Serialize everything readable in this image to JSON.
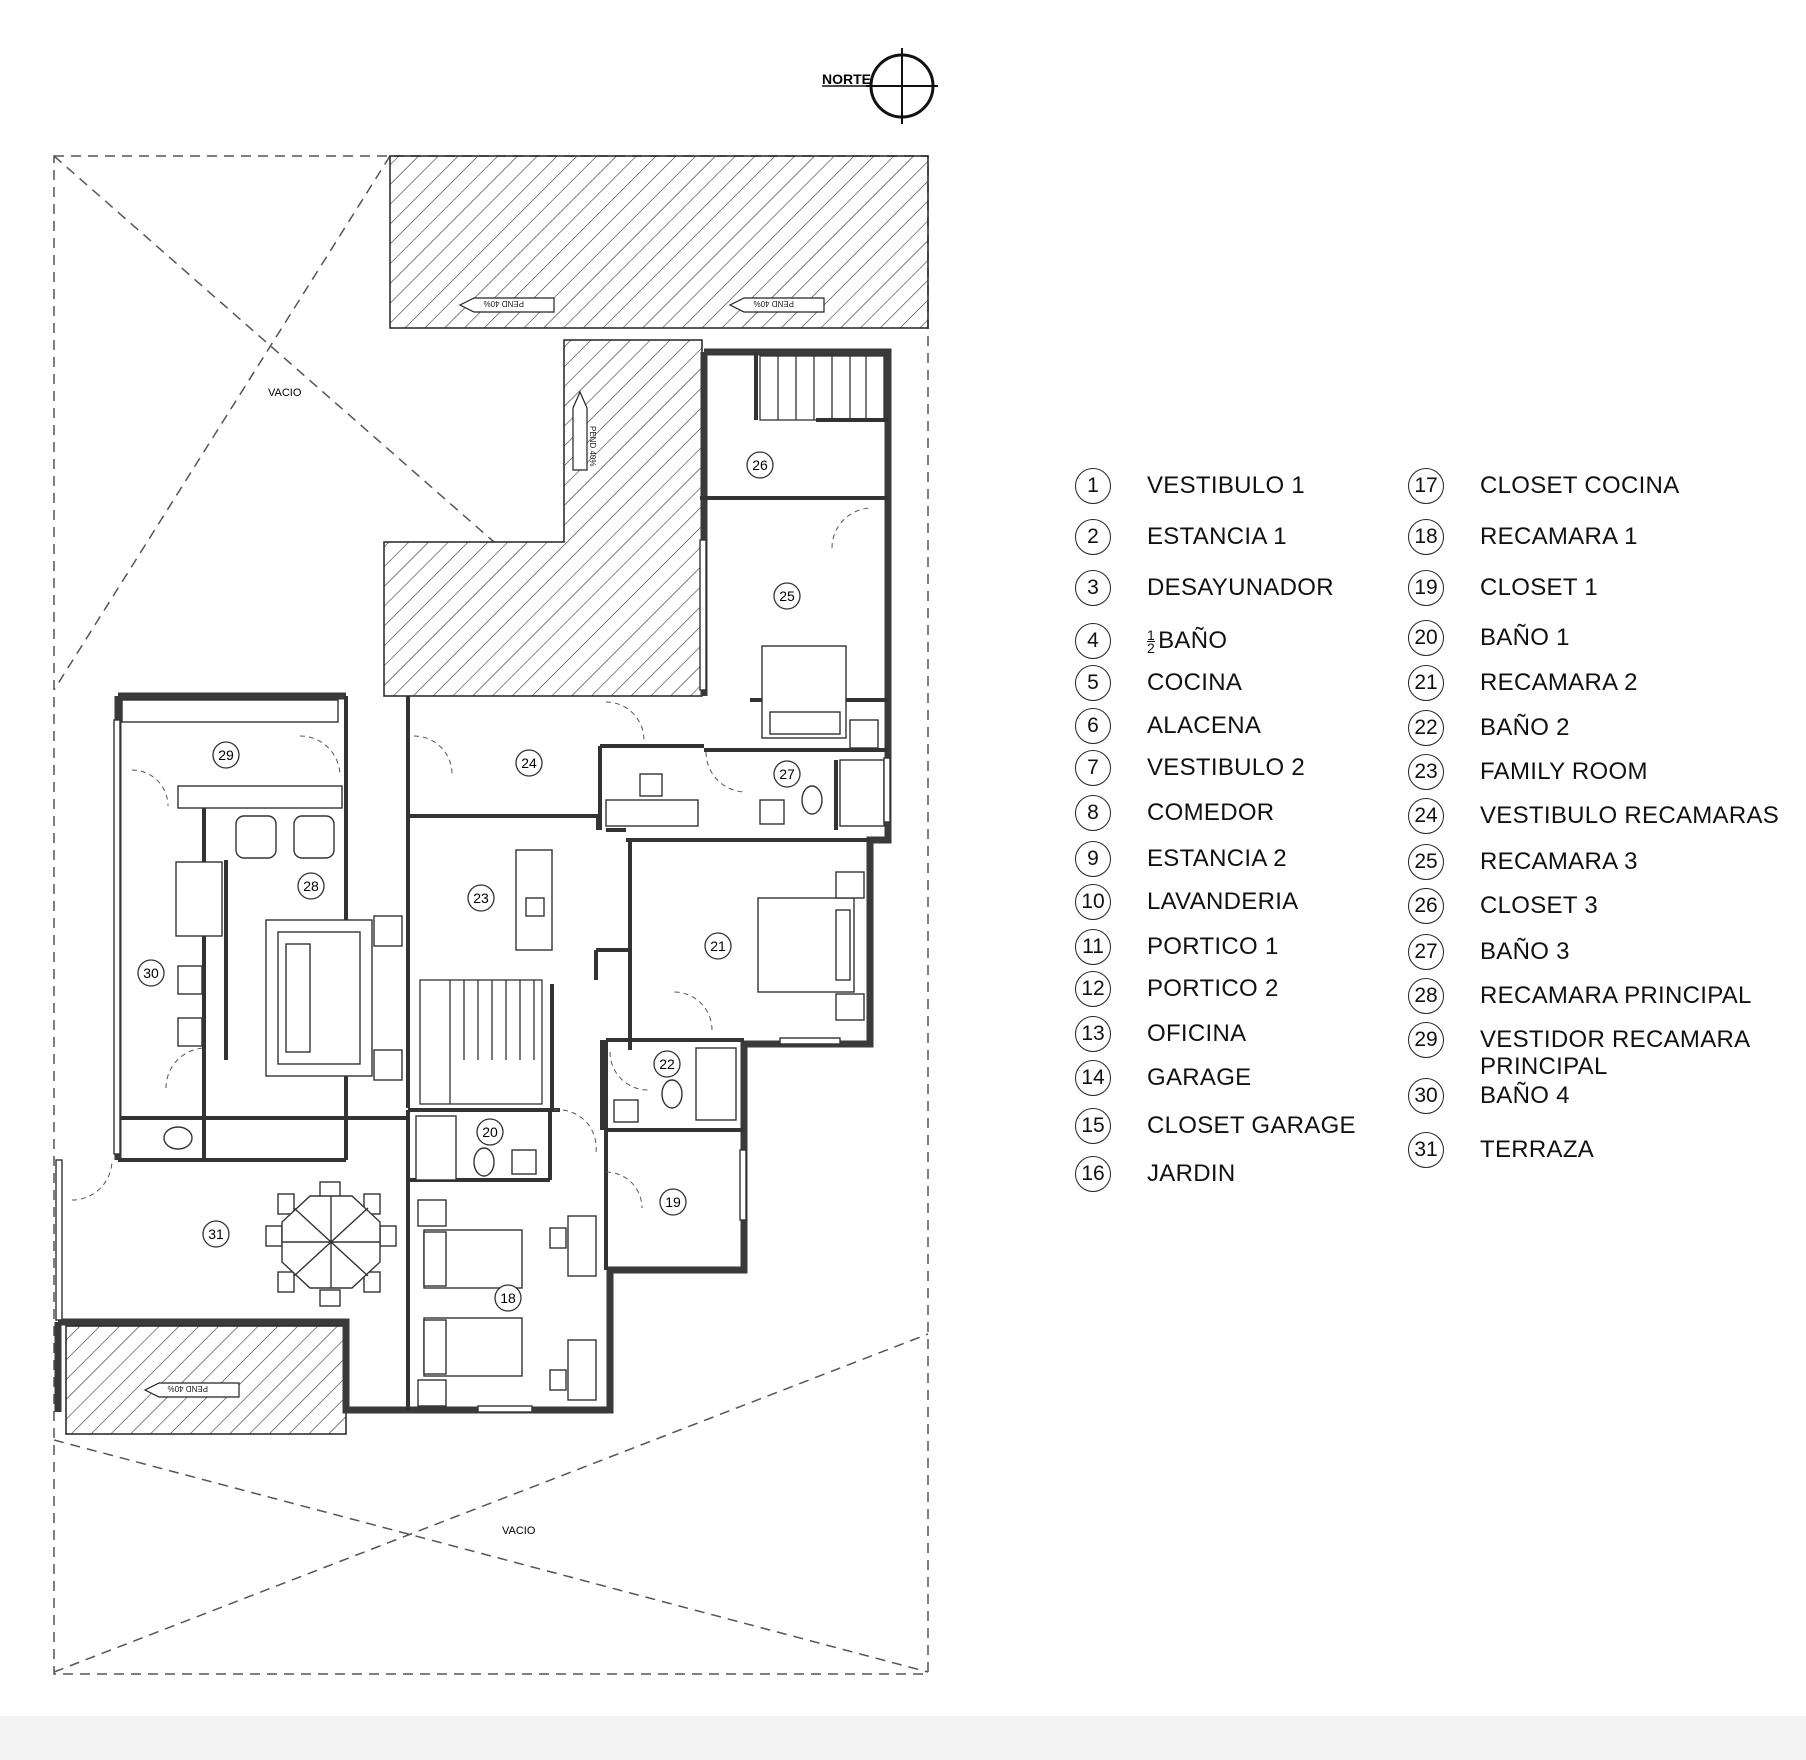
{
  "north_label": "NORTE",
  "plan_labels": {
    "vacio_top": "VACIO",
    "vacio_bottom": "VACIO",
    "pend_1": "PEND 40%",
    "pend_2": "PEND 40%",
    "pend_3": "PEND 40%",
    "pend_4": "PEND 40%"
  },
  "room_tags": [
    "18",
    "19",
    "20",
    "21",
    "22",
    "23",
    "24",
    "25",
    "26",
    "27",
    "28",
    "29",
    "30",
    "31"
  ],
  "legend": [
    {
      "num": "1",
      "label": "VESTIBULO 1"
    },
    {
      "num": "2",
      "label": "ESTANCIA 1"
    },
    {
      "num": "3",
      "label": "DESAYUNADOR"
    },
    {
      "num": "4",
      "label": "BAÑO",
      "fraction": [
        "1",
        "2"
      ]
    },
    {
      "num": "5",
      "label": "COCINA"
    },
    {
      "num": "6",
      "label": "ALACENA"
    },
    {
      "num": "7",
      "label": "VESTIBULO 2"
    },
    {
      "num": "8",
      "label": "COMEDOR"
    },
    {
      "num": "9",
      "label": "ESTANCIA 2"
    },
    {
      "num": "10",
      "label": "LAVANDERIA"
    },
    {
      "num": "11",
      "label": "PORTICO 1"
    },
    {
      "num": "12",
      "label": "PORTICO 2"
    },
    {
      "num": "13",
      "label": "OFICINA"
    },
    {
      "num": "14",
      "label": "GARAGE"
    },
    {
      "num": "15",
      "label": "CLOSET  GARAGE"
    },
    {
      "num": "16",
      "label": "JARDIN"
    },
    {
      "num": "17",
      "label": "CLOSET COCINA"
    },
    {
      "num": "18",
      "label": "RECAMARA 1"
    },
    {
      "num": "19",
      "label": "CLOSET 1"
    },
    {
      "num": "20",
      "label": "BAÑO 1"
    },
    {
      "num": "21",
      "label": "RECAMARA 2"
    },
    {
      "num": "22",
      "label": "BAÑO 2"
    },
    {
      "num": "23",
      "label": "FAMILY ROOM"
    },
    {
      "num": "24",
      "label": "VESTIBULO RECAMARAS"
    },
    {
      "num": "25",
      "label": "RECAMARA 3"
    },
    {
      "num": "26",
      "label": "CLOSET 3"
    },
    {
      "num": "27",
      "label": "BAÑO 3"
    },
    {
      "num": "28",
      "label": "RECAMARA PRINCIPAL"
    },
    {
      "num": "29",
      "label": "VESTIDOR RECAMARA PRINCIPAL"
    },
    {
      "num": "30",
      "label": "BAÑO 4"
    },
    {
      "num": "31",
      "label": "TERRAZA"
    }
  ]
}
